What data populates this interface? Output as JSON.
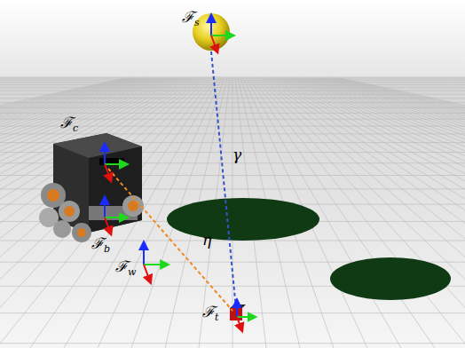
{
  "diagram": {
    "labels": [
      "ℱs",
      "ℱc",
      "ℱb",
      "ℱw",
      "ℱt",
      "γ",
      "η"
    ]
  }
}
